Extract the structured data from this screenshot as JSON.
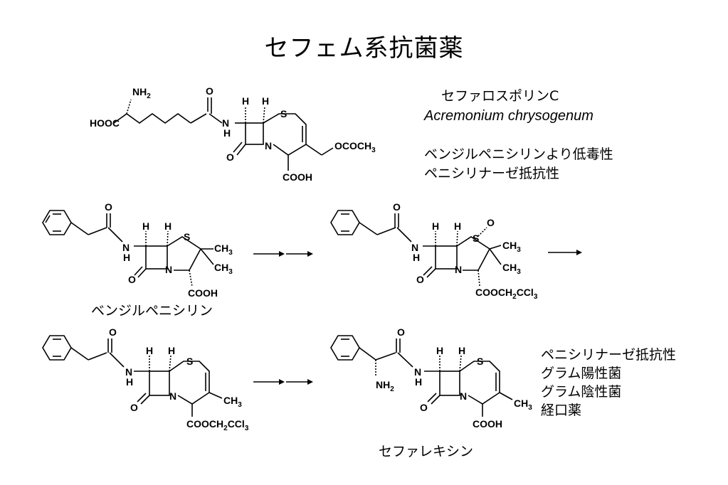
{
  "title": "セフェム系抗菌薬",
  "cephalosporin_c": {
    "name": "セファロスポリンC",
    "organism": "Acremonium chrysogenum",
    "note1": "ベンジルペニシリンより低毒性",
    "note2": "ペニシリナーゼ抵抗性"
  },
  "benzylpenicillin": {
    "name": "ベンジルペニシリン"
  },
  "cefalexin": {
    "name": "セファレキシン",
    "props": [
      "ペニシリナーゼ抵抗性",
      "グラム陽性菌",
      "グラム陰性菌",
      "経口薬"
    ]
  },
  "atom_labels": {
    "nh2": "NH",
    "h": "H",
    "n": "N",
    "s": "S",
    "o": "O",
    "hooc": "HOOC",
    "cooh": "COOH",
    "ococh3": "OCOCH",
    "ch3": "CH",
    "cooch2ccl3": "COOCH",
    "ccl": "CCl",
    "sub2": "2",
    "sub3": "3"
  }
}
